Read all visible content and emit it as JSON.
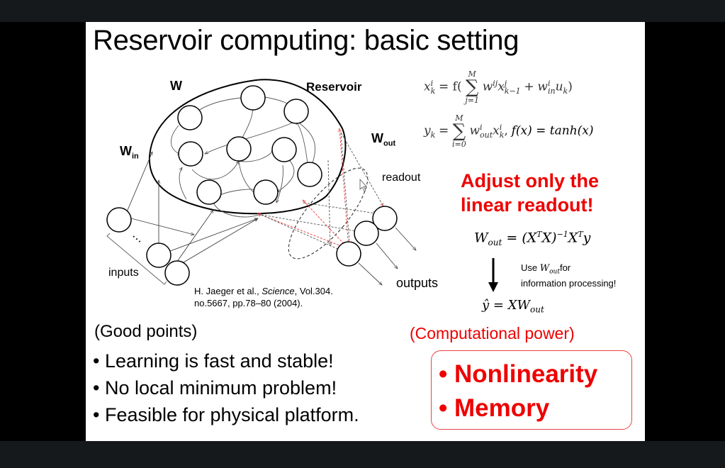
{
  "slide": {
    "title": "Reservoir computing: basic setting",
    "diagram": {
      "label_w": "W",
      "label_reservoir": "Reservoir",
      "label_win_main": "W",
      "label_win_sub": "in",
      "label_wout_main": "W",
      "label_wout_sub": "out",
      "label_readout": "readout",
      "label_inputs": "inputs",
      "label_outputs": "outputs",
      "label_dots": "⋯",
      "citation_line1_pre": "H. Jaeger et al., ",
      "citation_journal": "Science",
      "citation_line1_post": ", Vol.304.",
      "citation_line2": "no.5667, pp.78–80 (2004)."
    },
    "equations": {
      "eq1": {
        "lhs": "x",
        "lhs_sup": "i",
        "lhs_sub": "k",
        "equals": "= f(",
        "sum_top": "M",
        "sum_bottom": "j=1",
        "sigma": "∑",
        "term1": "w",
        "term1_sup": "ij",
        "term2": "x",
        "term2_sup": "j",
        "term2_sub": "k−1",
        "plus": "+",
        "term3": "w",
        "term3_sup": "i",
        "term3_sub": "in",
        "term4": "u",
        "term4_sub": "k",
        "close": ")"
      },
      "eq2": {
        "lhs": "y",
        "lhs_sub": "k",
        "equals": "=",
        "sum_top": "M",
        "sum_bottom": "i=0",
        "sigma": "∑",
        "term1": "w",
        "term1_sup": "i",
        "term1_sub": "out",
        "term2": "x",
        "term2_sup": "i",
        "term2_sub": "k",
        "comma": ",",
        "fx": "f(x) = tanh(x)"
      }
    },
    "adjust_line1": "Adjust only the",
    "adjust_line2": "linear readout!",
    "wout_eq": {
      "lhs_main": "W",
      "lhs_sub": "out",
      "rhs_a": "= (X",
      "rhs_a_sup": "T",
      "rhs_b": "X)",
      "rhs_b_sup": "−1",
      "rhs_c": "X",
      "rhs_c_sup": "T",
      "rhs_d": "y"
    },
    "use_note_pre": "Use ",
    "use_note_w": "W",
    "use_note_w_sub": "out",
    "use_note_post": "for",
    "use_note_line2": "information processing!",
    "yhat_eq": {
      "lhs": "ŷ",
      "equals": "= XW",
      "sub": "out"
    },
    "good_points_heading": "(Good points)",
    "good_points": [
      "Learning is fast and stable!",
      "No local minimum problem!",
      "Feasible for physical platform."
    ],
    "bullet": "•",
    "computational_heading": "(Computational power)",
    "computational_items": [
      "Nonlinearity",
      "Memory"
    ]
  },
  "colors": {
    "accent_red": "#ee0000",
    "frame_dark": "#16191c",
    "letterbox": "#000000",
    "slide_bg": "#ffffff"
  }
}
